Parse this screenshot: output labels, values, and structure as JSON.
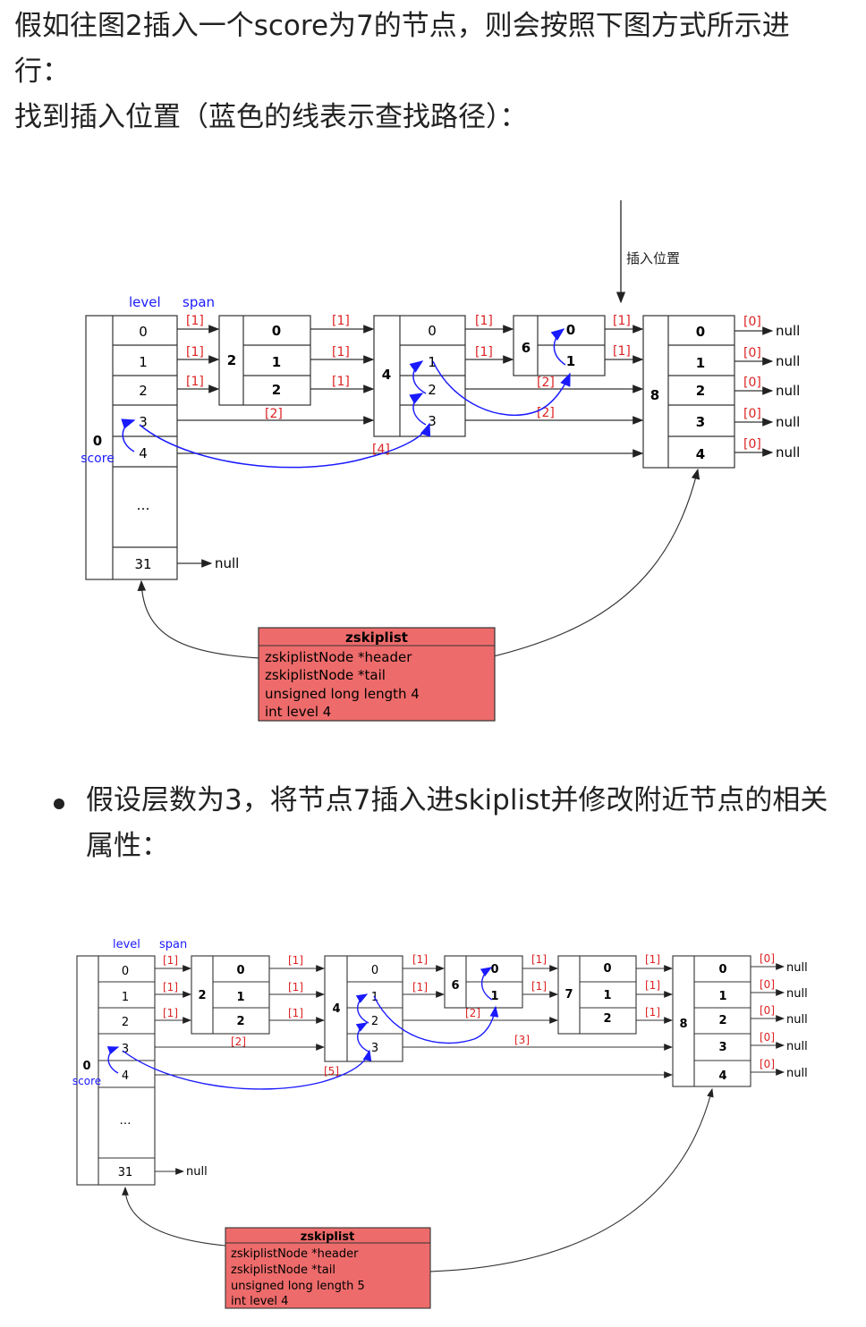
{
  "intro": {
    "line1": "假如往图2插入一个score为7的节点，则会按照下图方式所示进行：",
    "line2": "找到插入位置（蓝色的线表示查找路径）："
  },
  "bullet": {
    "text": "假设层数为3，将节点7插入进skiplist并修改附近节点的相关属性："
  },
  "common": {
    "level": "level",
    "span": "span",
    "null": "null",
    "score": "score",
    "ellipsis": "…",
    "row31": "31",
    "h0": "0",
    "h1": "1",
    "h2": "2",
    "h3": "3",
    "h4": "4",
    "head0": "0",
    "n2": "2",
    "n4": "4",
    "n6": "6",
    "n7": "7",
    "n8": "8",
    "l0": "0",
    "l1": "1",
    "l2": "2",
    "l3": "3",
    "l4": "4",
    "s0": "[0]",
    "s1": "[1]",
    "s2": "[2]",
    "s3": "[3]",
    "s4": "[4]",
    "s5": "[5]"
  },
  "figure1": {
    "insert_label": "插入位置",
    "box": {
      "title": "zskiplist",
      "f1": "zskiplistNode *header",
      "f2": "zskiplistNode *tail",
      "f3": "unsigned long length 4",
      "f4": "int level 4"
    }
  },
  "figure2": {
    "box": {
      "title": "zskiplist",
      "f1": "zskiplistNode *header",
      "f2": "zskiplistNode *tail",
      "f3": "unsigned long length 5",
      "f4": "int level 4"
    }
  },
  "colors": {
    "span_red": "#dd2222",
    "path_blue": "#1a1aff",
    "box_fill": "#ee6b6b"
  }
}
